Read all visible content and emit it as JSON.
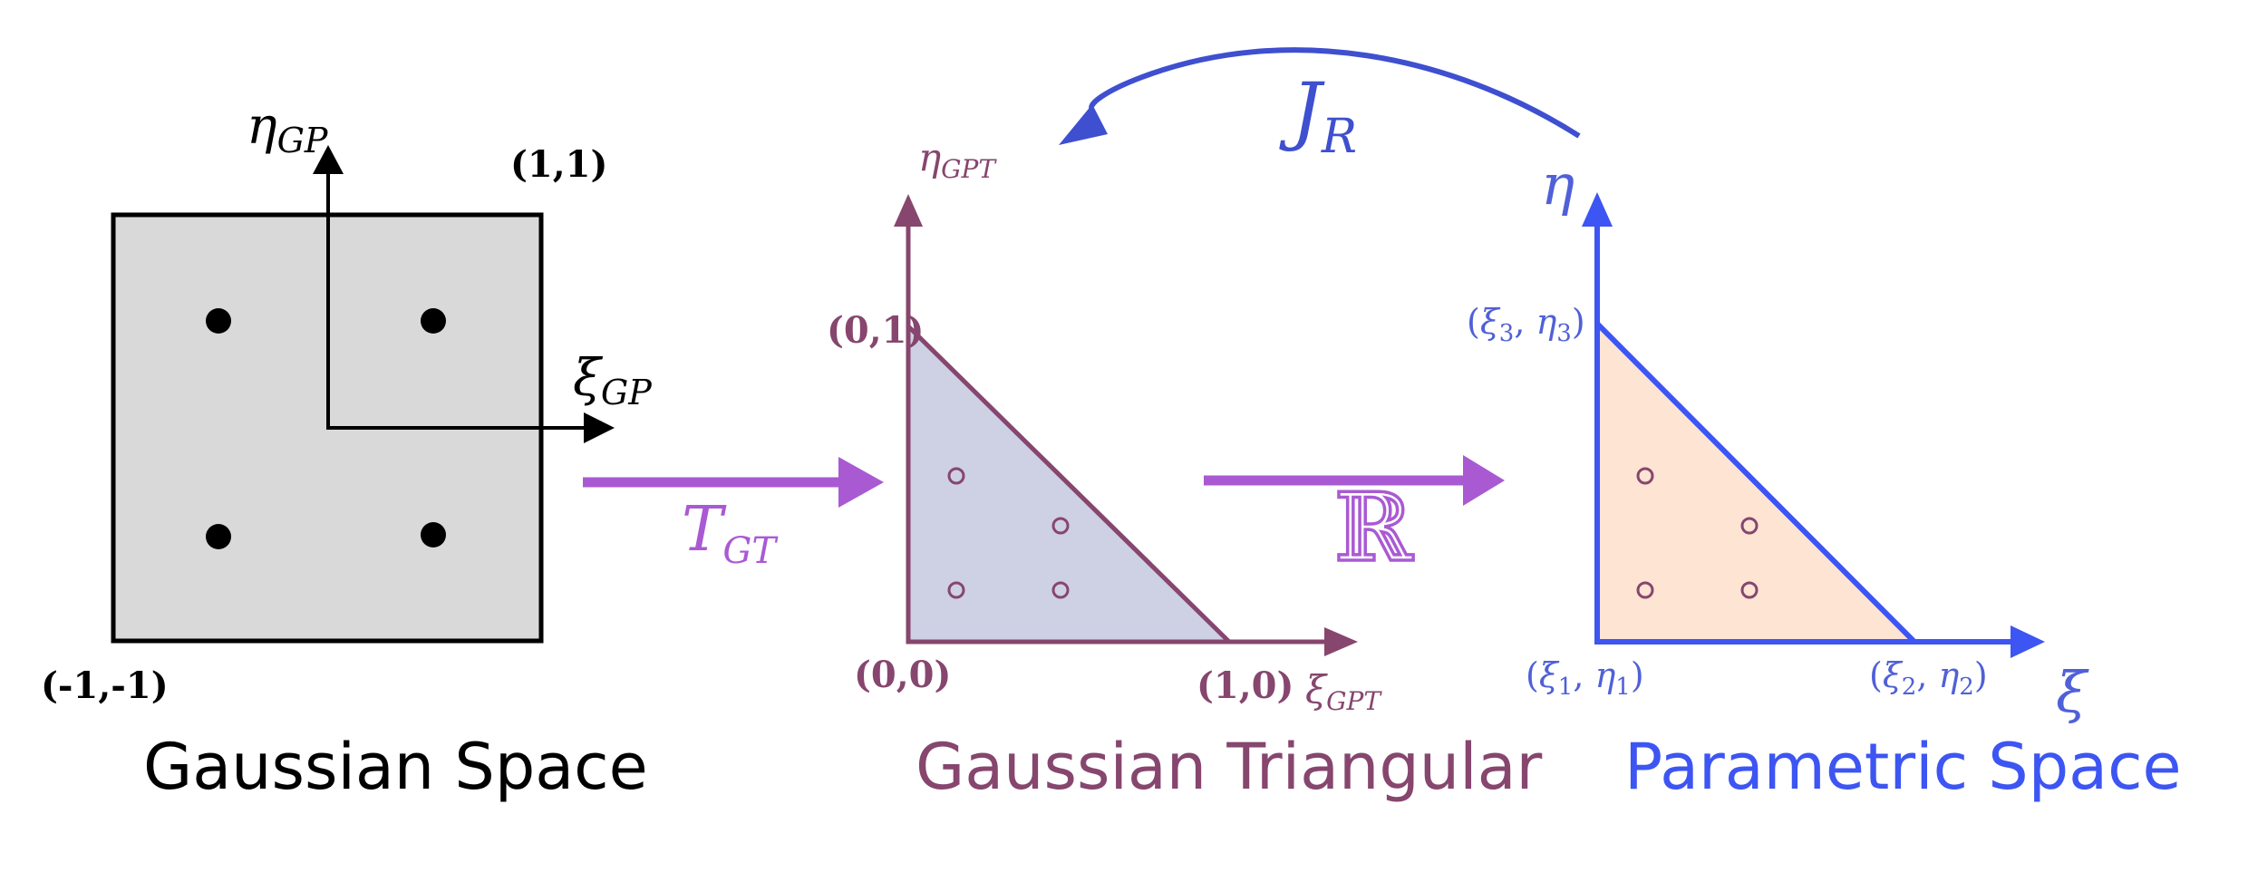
{
  "colors": {
    "black": "#000000",
    "square_fill": "#d9d9d9",
    "maroon": "#86466e",
    "tri_fill": "#ced0e4",
    "blue": "#3d55f2",
    "peach_fill": "#fde4d3",
    "purple": "#a95ad3",
    "dark_blue": "#3e4fd0",
    "label_blue": "#5060d8"
  },
  "gaussian_space": {
    "title": "Gaussian Space",
    "axis_x": "ξ",
    "axis_x_sub": "GP",
    "axis_y": "η",
    "axis_y_sub": "GP",
    "corner_top_right": "(1,1)",
    "corner_bottom_left": "(-1,-1)"
  },
  "transform_gt": {
    "symbol": "T",
    "sub": "GT"
  },
  "gaussian_triangular": {
    "title": "Gaussian Triangular",
    "axis_x": "ξ",
    "axis_x_sub": "GPT",
    "axis_y": "η",
    "axis_y_sub": "GPT",
    "vertex_origin": "(0,0)",
    "vertex_x": "(1,0)",
    "vertex_y": "(0,1)"
  },
  "mapping_r": {
    "symbol": "ℝ"
  },
  "jacobian": {
    "symbol": "J",
    "sub": "R"
  },
  "parametric_space": {
    "title": "Parametric Space",
    "axis_x": "ξ",
    "axis_y": "η",
    "vertex_1": {
      "a": "ξ",
      "a_sub": "1",
      "b": "η",
      "b_sub": "1"
    },
    "vertex_2": {
      "a": "ξ",
      "a_sub": "2",
      "b": "η",
      "b_sub": "2"
    },
    "vertex_3": {
      "a": "ξ",
      "a_sub": "3",
      "b": "η",
      "b_sub": "3"
    }
  }
}
